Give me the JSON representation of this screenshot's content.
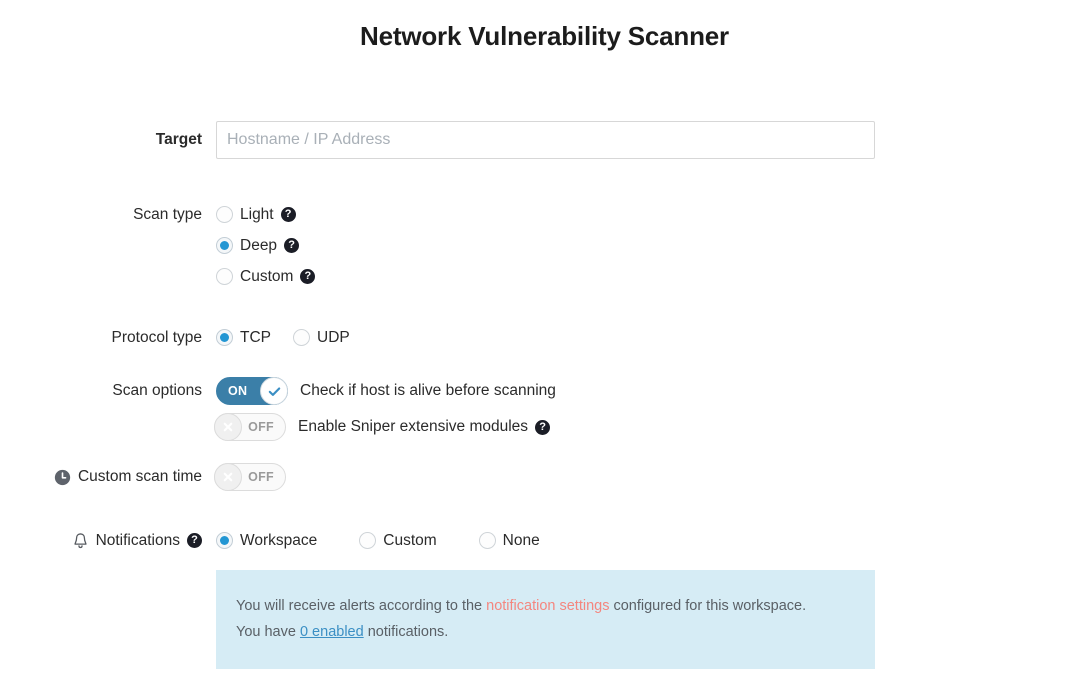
{
  "page": {
    "title": "Network Vulnerability Scanner"
  },
  "target": {
    "label": "Target",
    "placeholder": "Hostname / IP Address",
    "value": ""
  },
  "scan_type": {
    "label": "Scan type",
    "options": [
      {
        "label": "Light",
        "selected": false,
        "help": "?"
      },
      {
        "label": "Deep",
        "selected": true,
        "help": "?"
      },
      {
        "label": "Custom",
        "selected": false,
        "help": "?"
      }
    ]
  },
  "protocol_type": {
    "label": "Protocol type",
    "options": [
      {
        "label": "TCP",
        "selected": true
      },
      {
        "label": "UDP",
        "selected": false
      }
    ]
  },
  "scan_options": {
    "label": "Scan options",
    "items": [
      {
        "toggle_state": "ON",
        "on": true,
        "text": "Check if host is alive before scanning",
        "help": null
      },
      {
        "toggle_state": "OFF",
        "on": false,
        "text": "Enable Sniper extensive modules",
        "help": "?"
      }
    ]
  },
  "custom_scan_time": {
    "label": "Custom scan time",
    "icon": "clock-icon",
    "toggle_state": "OFF",
    "on": false
  },
  "notifications": {
    "label": "Notifications",
    "icon": "bell-icon",
    "help": "?",
    "options": [
      {
        "label": "Workspace",
        "selected": true
      },
      {
        "label": "Custom",
        "selected": false
      },
      {
        "label": "None",
        "selected": false
      }
    ],
    "banner": {
      "line1_before": "You will receive alerts according to the ",
      "line1_link": "notification settings",
      "line1_after": " configured for this workspace.",
      "line2_before": "You have ",
      "line2_link": "0 enabled",
      "line2_after": " notifications."
    }
  },
  "colors": {
    "accent_blue": "#2396d3",
    "toggle_on": "#3b7fa8",
    "banner_bg": "#d6ecf5",
    "link_pink": "#f4867f",
    "link_blue": "#3b8fc4",
    "help_icon": "#1b1d26"
  }
}
